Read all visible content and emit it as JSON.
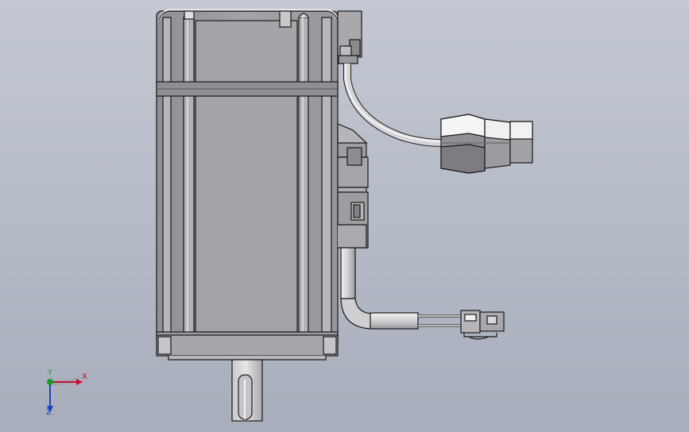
{
  "triad": {
    "x_label": "X",
    "y_label": "Y",
    "z_label": "Z",
    "x_color": "#c8102e",
    "y_color": "#1a9a2a",
    "z_color": "#1e3fbf"
  },
  "colors": {
    "background_top": "#c3c8d2",
    "background_bottom": "#a7adba",
    "body_face": "#a0a0a4",
    "body_edge": "#1a1a1a",
    "highlight": "#e8e8e8",
    "cable": "#d9d9d9"
  }
}
